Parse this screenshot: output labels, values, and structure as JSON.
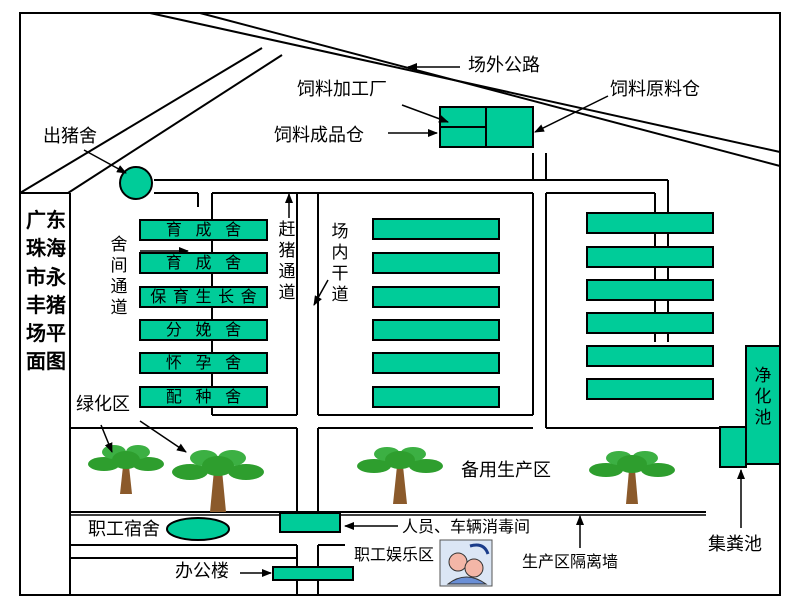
{
  "title": "广东珠海市永丰猪场平面图",
  "labels": {
    "road_outside": "场外公路",
    "feed_factory": "饲料加工厂",
    "feed_raw": "饲料原料仓",
    "feed_product": "饲料成品仓",
    "pig_exit": "出猪舍",
    "corridor": "舍间通道",
    "drive_lane": "赶猪通道",
    "main_road": "场内干道",
    "green_zone": "绿化区",
    "reserve_zone": "备用生产区",
    "staff_dorm": "职工宿舍",
    "disinfect": "人员、车辆消毒间",
    "recreation": "职工娱乐区",
    "office": "办公楼",
    "wall": "生产区隔离墙",
    "manure": "集粪池",
    "purify": "净化池"
  },
  "barns": [
    {
      "chars": [
        "育",
        "成",
        "舍"
      ]
    },
    {
      "chars": [
        "育",
        "成",
        "舍"
      ]
    },
    {
      "chars": [
        "保",
        "育",
        "生",
        "长",
        "舍"
      ]
    },
    {
      "chars": [
        "分",
        "娩",
        "舍"
      ]
    },
    {
      "chars": [
        "怀",
        "孕",
        "舍"
      ]
    },
    {
      "chars": [
        "配",
        "种",
        "舍"
      ]
    }
  ],
  "colors": {
    "block": "#00cc99",
    "tree": "#2e9e2e",
    "trunk": "#8b5a2b"
  }
}
